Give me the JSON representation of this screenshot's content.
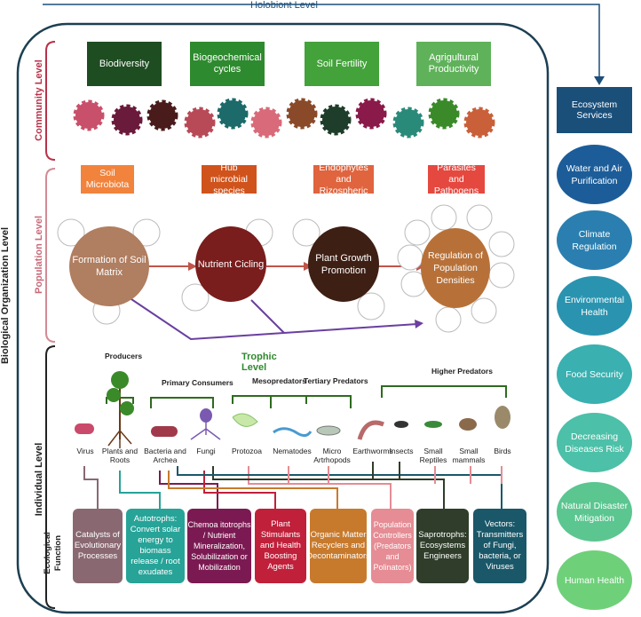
{
  "holobiont_level": "Holobiont Level",
  "biological_organization_level": "Biological Organization Level",
  "community_level": {
    "label": "Community Level",
    "boxes": [
      {
        "label": "Biodiversity",
        "color": "#1e4d21"
      },
      {
        "label": "Biogeochemical cycles",
        "color": "#2e8a2e"
      },
      {
        "label": "Soil Fertility",
        "color": "#43a23a"
      },
      {
        "label": "Agrigultural Productivity",
        "color": "#5fb25a"
      }
    ]
  },
  "population_level": {
    "label": "Population Level",
    "boxes": [
      {
        "label": "Soil Microbiota",
        "color": "#f2833c"
      },
      {
        "label": "Hub microbial species",
        "color": "#d0531c"
      },
      {
        "label": "Endophytes and Rizospheric",
        "color": "#e0643e"
      },
      {
        "label": "Parasites and Pathogens",
        "color": "#e5483f"
      }
    ],
    "blobs": [
      {
        "label": "Formation of Soil Matrix",
        "color": "#b07e60"
      },
      {
        "label": "Nutrient Cicling",
        "color": "#7a1d1d"
      },
      {
        "label": "Plant Growth Promotion",
        "color": "#3e1f14"
      },
      {
        "label": "Regulation of Population Densities",
        "color": "#b77138"
      }
    ]
  },
  "individual_level": {
    "label": "Individual Level",
    "trophic_level": "Trophic Level",
    "tiers": {
      "producers": "Producers",
      "primary": "Primary Consumers",
      "meso": "Mesopredators",
      "tertiary": "Tertiary Predators",
      "higher": "Higher Predators"
    },
    "organisms": [
      "Virus",
      "Plants and Roots",
      "Bacteria and Archea",
      "Fungi",
      "Protozoa",
      "Nematodes",
      "Micro Artrhopods",
      "Earthworms",
      "Insects",
      "Small Reptiles",
      "Small mammals",
      "Birds"
    ]
  },
  "ecological_function": {
    "label": "Ecological Function",
    "boxes": [
      {
        "label": "Catalysts of Evolutionary Processes",
        "color": "#8a6872"
      },
      {
        "label": "Autotrophs: Convert solar energy to biomass release / root exudates",
        "color": "#27a398"
      },
      {
        "label": "Chemoa itotrophs / Nutrient Mineralization, Solubilization or Mobilization",
        "color": "#7b1a52"
      },
      {
        "label": "Plant Stimulants and Health Boosting Agents",
        "color": "#c0203a"
      },
      {
        "label": "Organic Matter Recyclers and Decontaminators",
        "color": "#c77a2c"
      },
      {
        "label": "Population Controllers (Predators and Polinators)",
        "color": "#e58c94"
      },
      {
        "label": "Saprotrophs: Ecosystems Engineers",
        "color": "#2f3d2a"
      },
      {
        "label": "Vectors: Transmitters of Fungi, bacteria, or Viruses",
        "color": "#1a5869"
      }
    ]
  },
  "ecosystem_services": {
    "title": "Ecosystem Services",
    "items": [
      {
        "label": "Water and Air Purification",
        "color": "#1c5d99"
      },
      {
        "label": "Climate Regulation",
        "color": "#2a7fb0"
      },
      {
        "label": "Environmental Health",
        "color": "#2a94b0"
      },
      {
        "label": "Food Security",
        "color": "#3ab0b0"
      },
      {
        "label": "Decreasing Diseases Risk",
        "color": "#4cc0a8"
      },
      {
        "label": "Natural Disaster Mitigation",
        "color": "#5bc690"
      },
      {
        "label": "Human Health",
        "color": "#6fd07a"
      }
    ]
  }
}
